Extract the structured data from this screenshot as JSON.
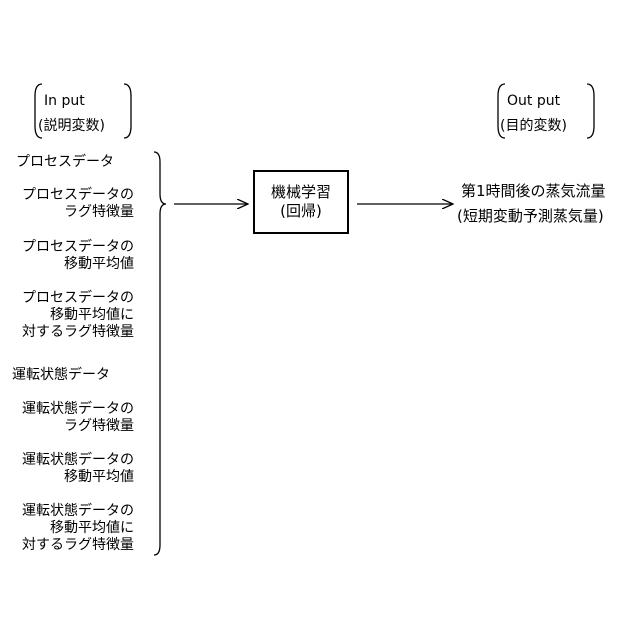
{
  "input_header": {
    "line1": "In put",
    "line2": "(説明変数)"
  },
  "output_header": {
    "line1": "Out put",
    "line2": "(目的変数)"
  },
  "features": [
    {
      "line1": "プロセスデータ"
    },
    {
      "line1": "プロセスデータの",
      "line2": "ラグ特徴量"
    },
    {
      "line1": "プロセスデータの",
      "line2": "移動平均値"
    },
    {
      "line1": "プロセスデータの",
      "line2": "移動平均値に",
      "line3": "対するラグ特徴量"
    },
    {
      "line1": "運転状態データ"
    },
    {
      "line1": "運転状態データの",
      "line2": "ラグ特徴量"
    },
    {
      "line1": "運転状態データの",
      "line2": "移動平均値"
    },
    {
      "line1": "運転状態データの",
      "line2": "移動平均値に",
      "line3": "対するラグ特徴量"
    }
  ],
  "model_box": {
    "line1": "機械学習",
    "line2": "(回帰)"
  },
  "output": {
    "line1": "第1時間後の蒸気流量",
    "line2": "(短期変動予測蒸気量)"
  }
}
